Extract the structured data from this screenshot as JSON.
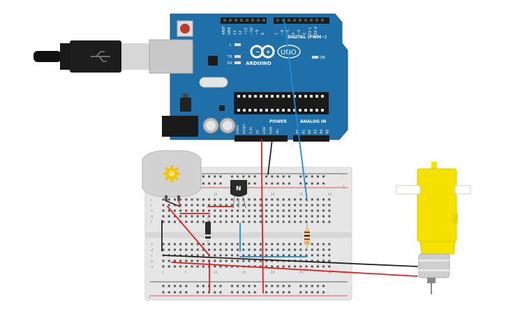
{
  "arduino": {
    "brand": "ARDUINO",
    "model": "UNO",
    "digital_label": "DIGITAL (PWM~)",
    "power_label": "POWER",
    "analog_label": "ANALOG IN",
    "led_l": "L",
    "led_tx": "TX",
    "led_rx": "RX",
    "on_label": "ON",
    "top_pins": [
      "AREF",
      "GND",
      "13",
      "12",
      "~11",
      "~10",
      "~9",
      "8",
      "7",
      "~6",
      "~5",
      "4",
      "~3",
      "2",
      "TX 1",
      "RX 0"
    ],
    "power_pins": [
      "IOREF",
      "RESET",
      "3.3V",
      "5V",
      "GND",
      "GND",
      "Vin"
    ],
    "analog_pins": [
      "A0",
      "A1",
      "A2",
      "A3",
      "A4",
      "A5"
    ],
    "board_color": "#1f6fa8"
  },
  "breadboard": {
    "row_letters_top": [
      "j",
      "i",
      "h",
      "g",
      "f"
    ],
    "row_letters_bottom": [
      "e",
      "d",
      "c",
      "b",
      "a"
    ],
    "column_labels": [
      "1",
      "5",
      "10",
      "15",
      "20",
      "25",
      "30"
    ],
    "rail_minus": "-",
    "rail_plus": "+"
  },
  "components": {
    "transistor_label": "N",
    "motor_color": "#f5e100",
    "wire_red": "#e02020",
    "wire_black": "#222222",
    "wire_blue": "#1a8fd0"
  }
}
